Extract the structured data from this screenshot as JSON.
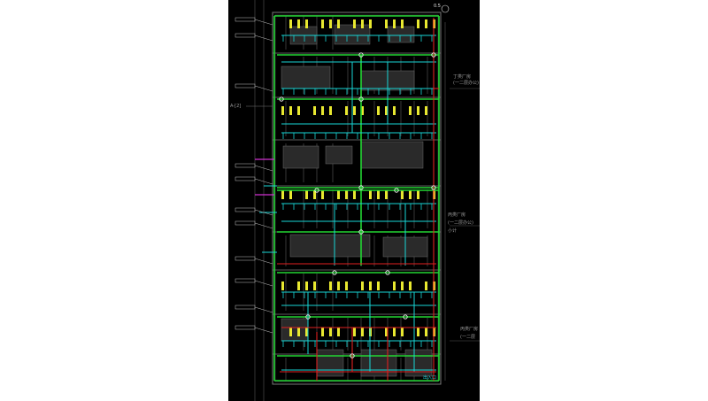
{
  "colors": {
    "page_bg": "#ffffff",
    "drawing_bg": "#000000",
    "wall": "#7a7a7a",
    "pipe_green": "#22d633",
    "pipe_cyan": "#18d6d6",
    "pipe_red": "#e02020",
    "fixture_yellow": "#e8e830",
    "magenta": "#d030d0",
    "text_grey": "#a0a0a0"
  },
  "annotations": {
    "left_axis_tag": "A-[2]",
    "right_top_1": "丁类厂房",
    "right_top_2": "(一二层办公)",
    "right_mid_1": "丙类厂房",
    "right_mid_2": "(一二层办公)",
    "right_mid_3": "小计",
    "right_bottom_1": "丙类厂房",
    "right_bottom_2": "(一二层",
    "entrance": "出入口",
    "corner_tag": "0.5"
  }
}
